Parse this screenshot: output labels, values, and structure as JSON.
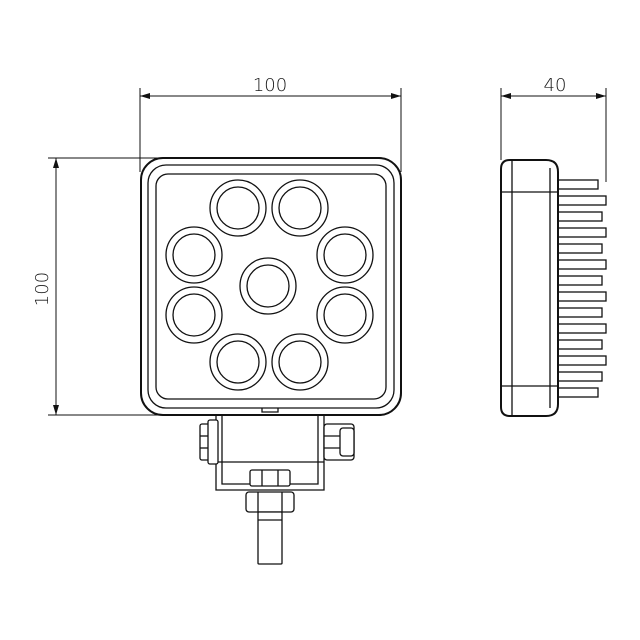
{
  "dimensions": {
    "width_label": "100",
    "height_label": "100",
    "depth_label": "40"
  }
}
